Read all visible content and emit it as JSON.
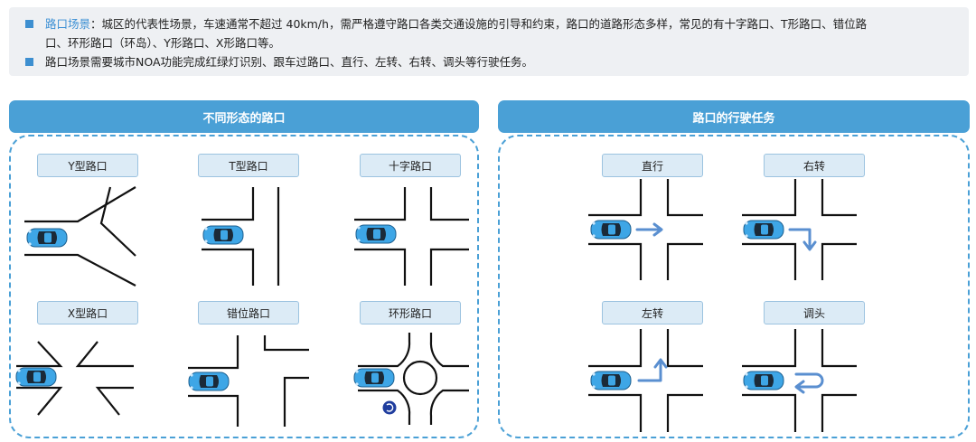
{
  "intro": {
    "line1_keyword": "路口场景",
    "line1_rest": "：城区的代表性场景，车速通常不超过 40km/h，需严格遵守路口各类交通设施的引导和约束，路口的道路形态多样，常见的有十字路口、T形路口、错位路",
    "line1_cont": "口、环形路口（环岛）、Y形路口、X形路口等。",
    "line2": "路口场景需要城市NOA功能完成红绿灯识别、跟车过路口、直行、左转、右转、调头等行驶任务。"
  },
  "left_panel": {
    "title": "不同形态的路口",
    "tiles": [
      "Y型路口",
      "T型路口",
      "十字路口",
      "X型路口",
      "错位路口",
      "环形路口"
    ]
  },
  "right_panel": {
    "title": "路口的行驶任务",
    "tiles": [
      "直行",
      "右转",
      "左转",
      "调头"
    ]
  },
  "colors": {
    "accent": "#4aa0d6",
    "car_body": "#3ea6e6",
    "arrow": "#5a8fd0",
    "road_line": "#111111"
  }
}
